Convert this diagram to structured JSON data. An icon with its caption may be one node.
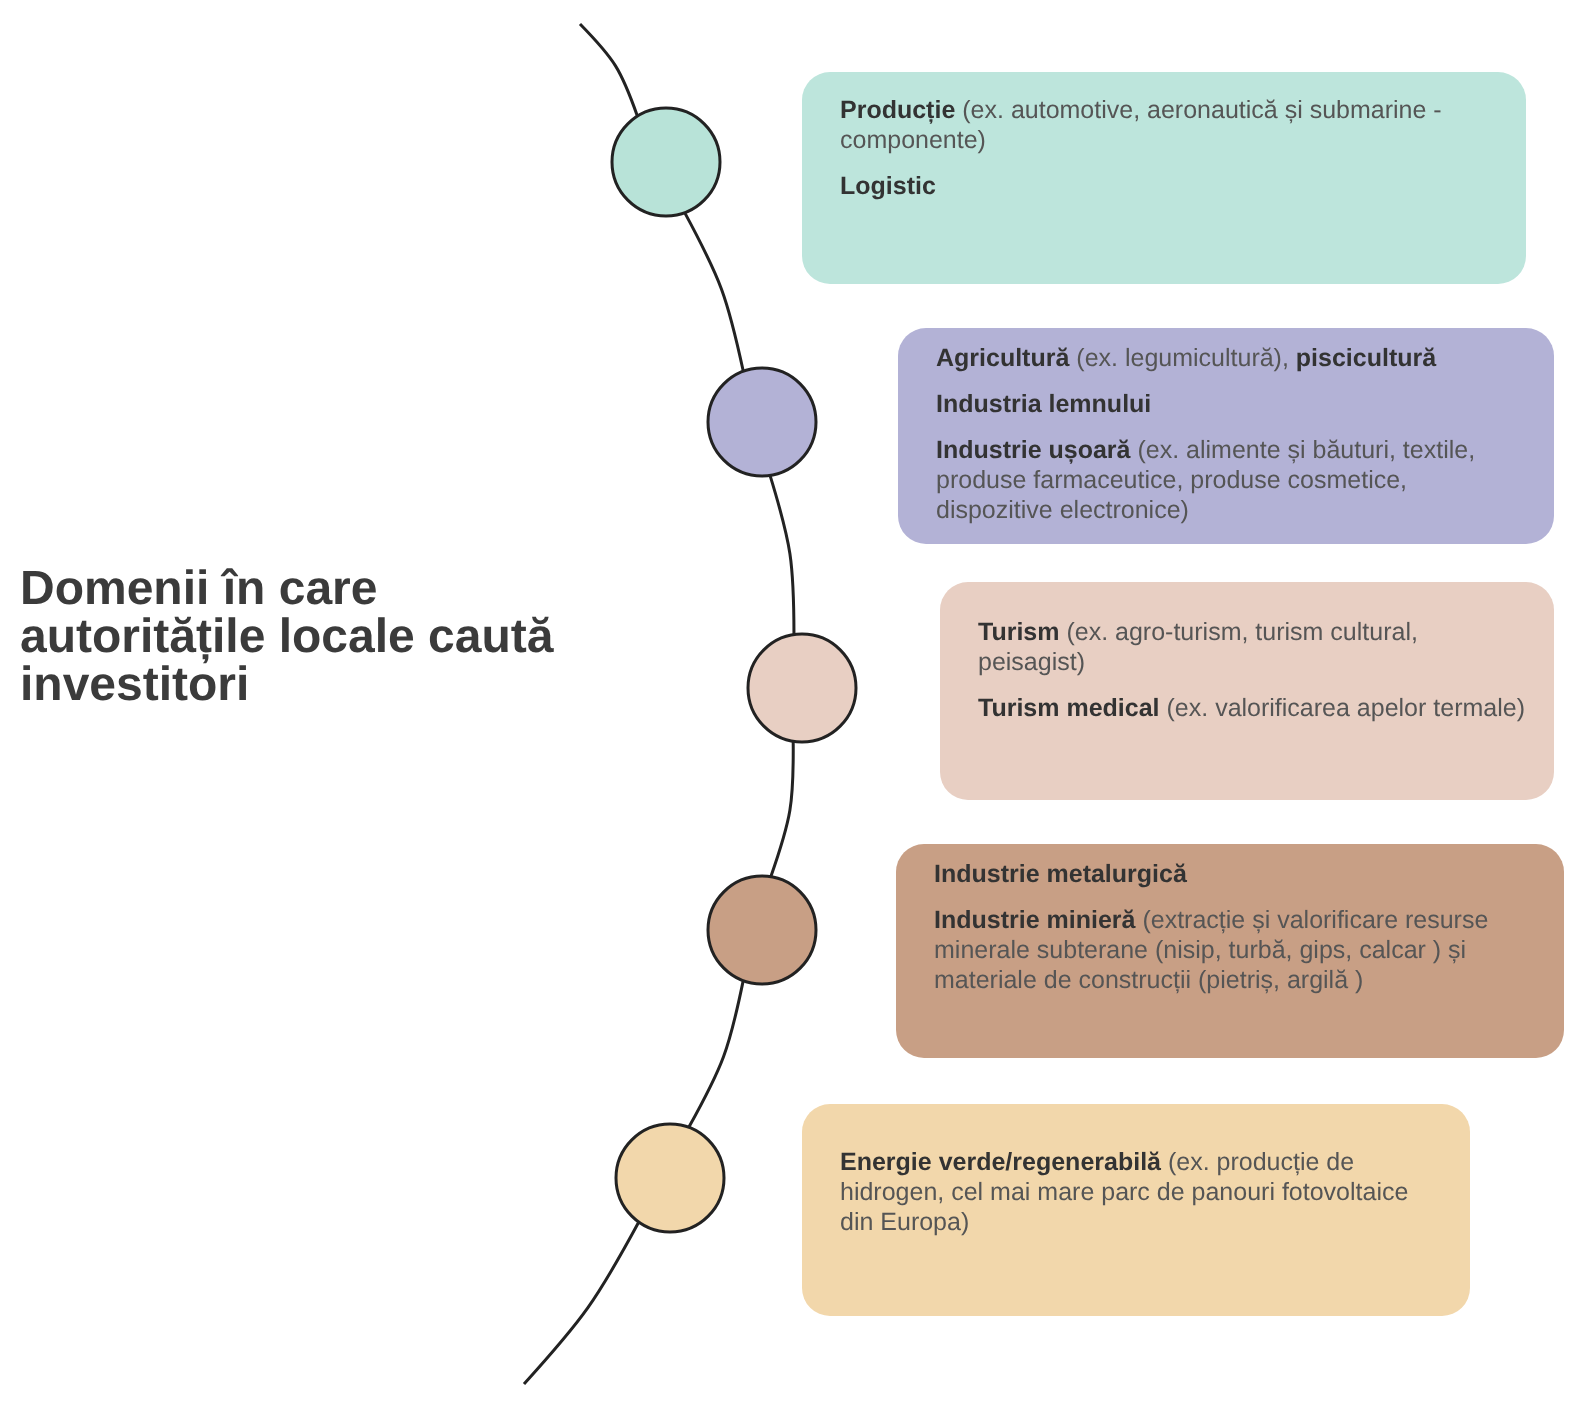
{
  "diagram": {
    "title": "Domenii în care autoritățile locale caută investitori",
    "nodes": [
      {
        "text": [],
        "shape": "circle"
      },
      {
        "text": [
          "**Producție** (ex. automotive, aeronautică și submarine - componente)",
          "Logistic"
        ]
      },
      {
        "text": [],
        "shape": "circle"
      },
      {
        "text": [
          "**Agricultură** (ex. legumicultură), **piscicultură**",
          "Industria lemnului",
          "**Industrie ușoară** (ex. alimente și băuturi, textile, produse farmaceutice, produse cosmetice, dispozitive electronice)"
        ]
      },
      {
        "text": [],
        "shape": "circle"
      },
      {
        "text": [
          "**Turism** (ex. agro-turism, turism cultural, peisagist)",
          "**Turism medical** (ex. valorificarea apelor termale)"
        ]
      },
      {
        "text": [],
        "shape": "circle"
      },
      {
        "text": [
          "Industrie metalurgică",
          "**Industrie minieră** (extracție și valorificare resurse minerale subterane (nisip, turbă, gips, calcar ) și materiale de construcții (pietriș, argilă )"
        ]
      },
      {
        "text": [],
        "shape": "circle"
      },
      {
        "text": [
          "**Energie verde/regenerabilă** (ex. producție de hidrogen, cel mai mare parc de panouri fotovoltaice din Europa)"
        ]
      }
    ],
    "edges": [
      {
        "from": null,
        "to": 0,
        "arrow": "none"
      },
      {
        "from": 0,
        "to": 2,
        "arrow": "none"
      },
      {
        "from": 2,
        "to": 4,
        "arrow": "none"
      },
      {
        "from": 4,
        "to": 6,
        "arrow": "none"
      },
      {
        "from": 6,
        "to": 8,
        "arrow": "none"
      },
      {
        "from": 8,
        "to": null,
        "arrow": "none"
      }
    ]
  }
}
